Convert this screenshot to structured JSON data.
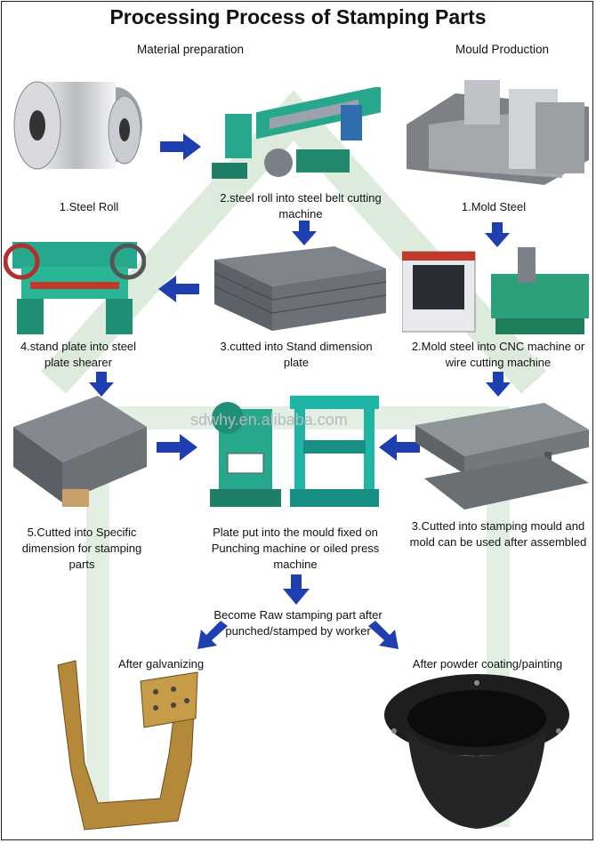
{
  "title": "Processing Process of Stamping Parts",
  "headers": {
    "left": "Material preparation",
    "right": "Mould Production"
  },
  "watermark": "sdwhy.en.alibaba.com",
  "steps": {
    "steel_roll": "1.Steel Roll",
    "belt_cutting": "2.steel roll into steel belt cutting machine",
    "mold_steel": "1.Mold Steel",
    "shearer": "4.stand plate into steel plate shearer",
    "stand_dimension": "3.cutted into Stand dimension plate",
    "cnc": "2.Mold steel into  CNC machine or wire cutting machine",
    "specific_dimension": "5.Cutted into Specific dimension for stamping parts",
    "punching": "Plate put into the mould fixed on Punching machine or oiled press machine",
    "stamping_mould": "3.Cutted into stamping mould and mold can be used after assembled",
    "raw_part": "Become Raw stamping part after punched/stamped by worker",
    "galvanizing": "After galvanizing",
    "powder_coating": "After powder coating/painting"
  },
  "colors": {
    "arrow": "#1f3fb0",
    "machine": "#27a88c",
    "steel": "#8e9298",
    "watermark": "#cfe6d2"
  }
}
